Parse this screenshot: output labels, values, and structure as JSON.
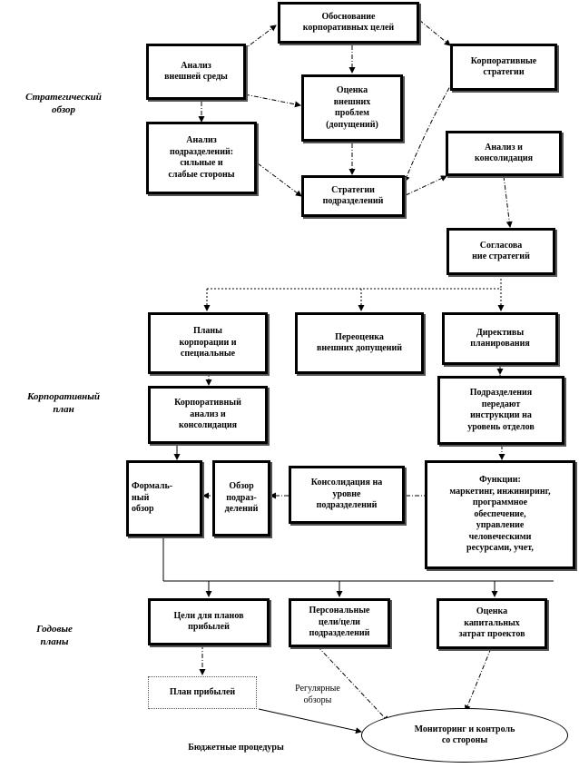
{
  "sections": {
    "strategic": "Стратегический\nобзор",
    "corporate": "Корпоративный\nплан",
    "annual": "Годовые\nпланы"
  },
  "boxes": {
    "goals": "Обоснование\nкорпоративных целей",
    "env": "Анализ\nвнешней среды",
    "corp_strat": "Корпоративные\nстратегии",
    "eval": "Оценка\nвнешних\nпроблем\n(допущений)",
    "div_analysis": "Анализ\nподразделений:\nсильные и\nслабые стороны",
    "analysis_consol": "Анализ и\nконсолидация",
    "div_strat": "Стратегии\nподразделений",
    "agree": "Согласова\nние стратегий",
    "plans_corp": "Планы\nкорпорации и\nспециальные",
    "reeval": "Переоценка\nвнешних допущений",
    "directives": "Директивы\nпланирования",
    "corp_analysis": "Корпоративный\nанализ и\nконсолидация",
    "div_transfer": "Подразделения\nпередают\nинструкции на\nуровень отделов",
    "formal": "Формаль-\nный\nобзор",
    "div_review": "Обзор\nподраз-\nделений",
    "consol_div": "Консолидация на\nуровне\nподразделений",
    "functions": "Функции:\nмаркетинг, инжиниринг,\nпрограммное\nобеспечение,\nуправление\nчеловеческими\nресурсами, учет,",
    "profit_goals": "Цели для планов\nприбылей",
    "personal": "Персональные\nцели/цели\nподразделений",
    "capex": "Оценка\nкапитальных\nзатрат проектов",
    "profit_plan": "План прибылей"
  },
  "notes": {
    "regular": "Регулярные\nобзоры",
    "budget": "Бюджетные процедуры"
  },
  "ellipse": "Мониторинг и контроль\nсо стороны"
}
